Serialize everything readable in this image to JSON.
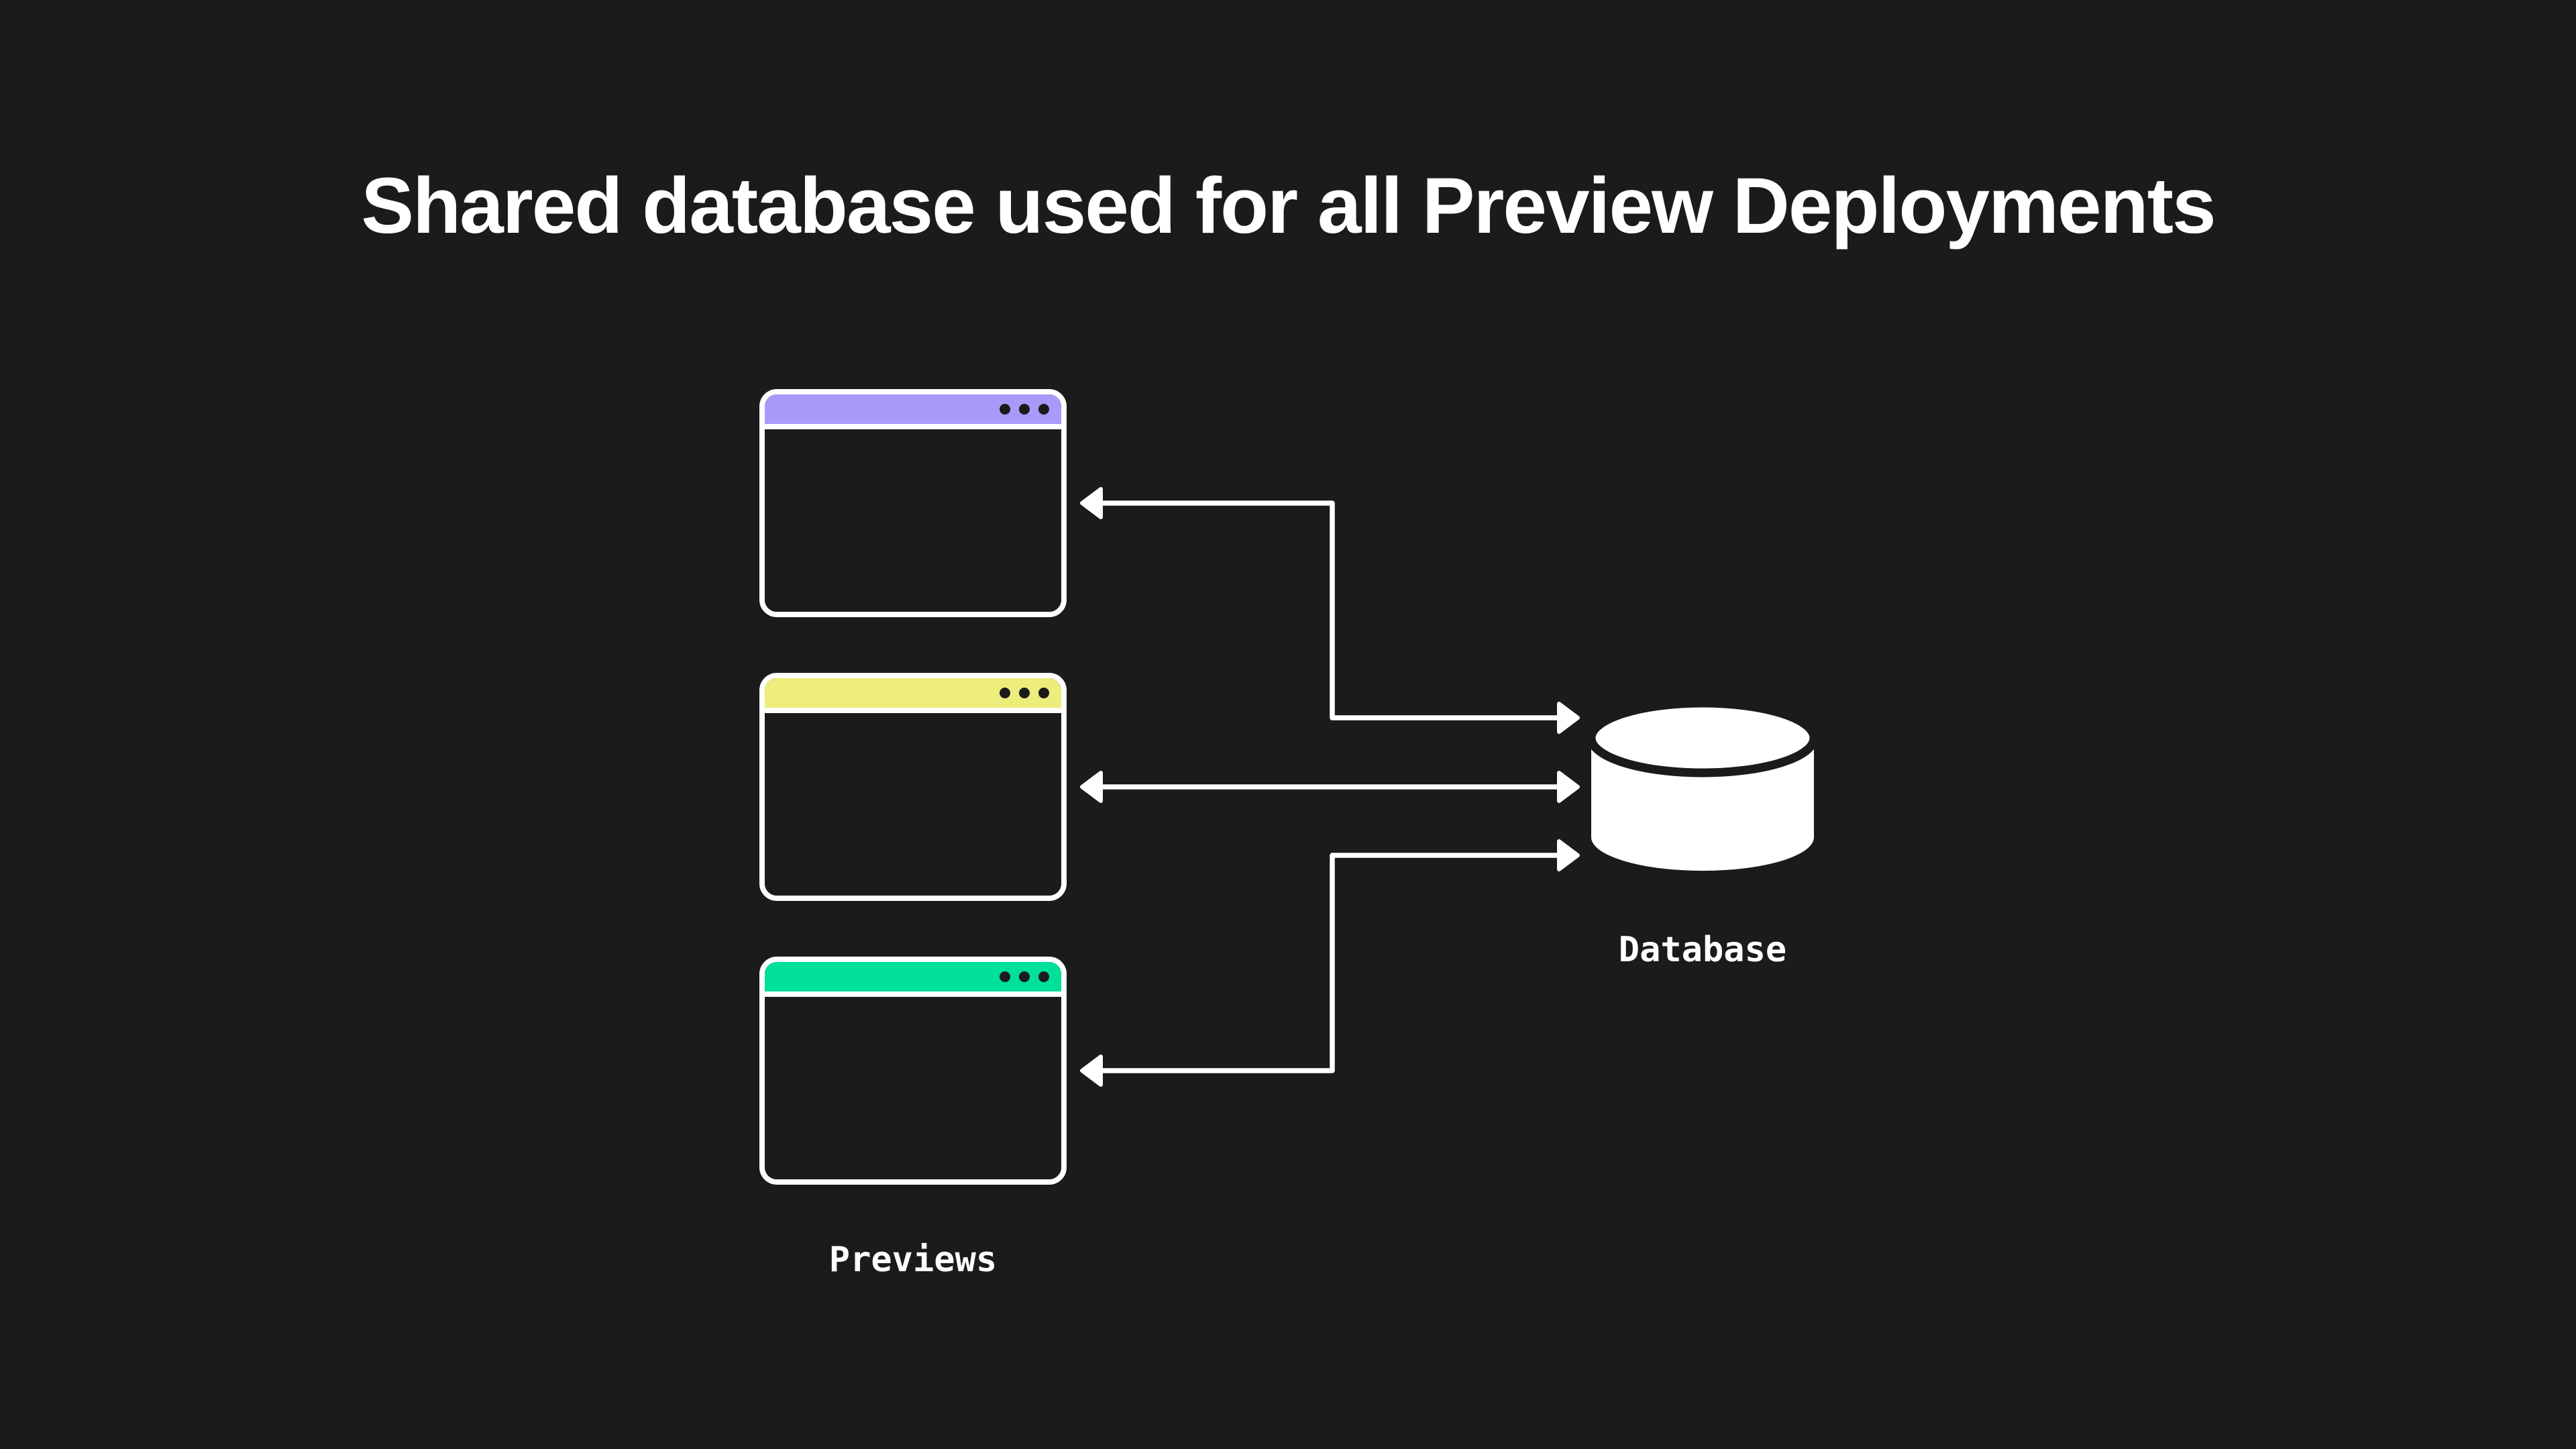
{
  "title": "Shared database used for all Preview Deployments",
  "diagram": {
    "previews_label": "Previews",
    "database_label": "Database",
    "windows": [
      {
        "id": "preview-1",
        "titlebar_color": "#a89af8"
      },
      {
        "id": "preview-2",
        "titlebar_color": "#eced7b"
      },
      {
        "id": "preview-3",
        "titlebar_color": "#00e09a"
      }
    ],
    "connections": [
      {
        "from": "preview-1",
        "to": "database",
        "direction": "both"
      },
      {
        "from": "preview-2",
        "to": "database",
        "direction": "both"
      },
      {
        "from": "preview-3",
        "to": "database",
        "direction": "both"
      }
    ]
  },
  "colors": {
    "background": "#1b1b1b",
    "foreground": "#ffffff",
    "window-dot": "#1b1b1b"
  }
}
